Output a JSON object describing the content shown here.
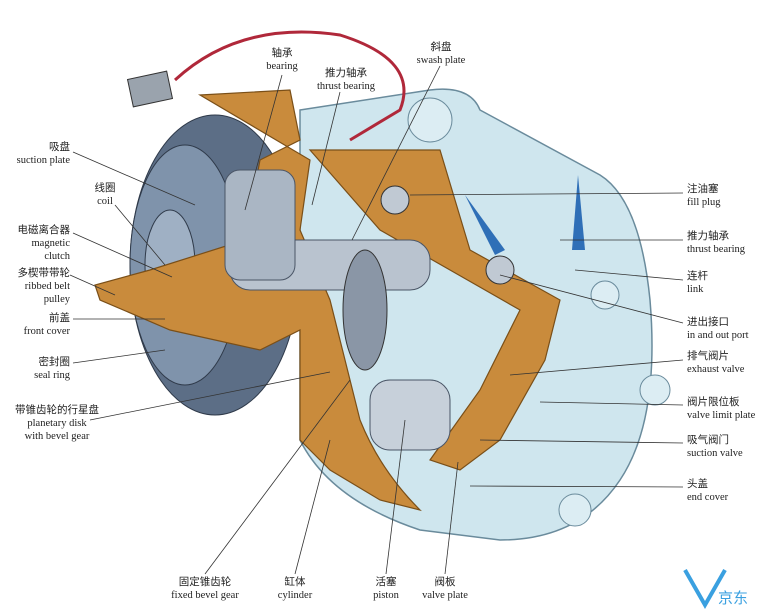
{
  "colors": {
    "housing": "#cfe6ee",
    "cutaway": "#c98b3c",
    "pulley": "#5c6e86",
    "metal": "#b9c3cf",
    "wire": "#b0283a",
    "leader": "#333333"
  },
  "labels": {
    "suction_plate": {
      "zh": "吸盘",
      "en": "suction plate"
    },
    "coil": {
      "zh": "线圈",
      "en": "coil"
    },
    "magnetic_clutch": {
      "zh": "电磁离合器",
      "en1": "magnetic",
      "en2": "clutch"
    },
    "ribbed_belt_pulley": {
      "zh": "多楔带带轮",
      "en1": "ribbed belt",
      "en2": "pulley"
    },
    "front_cover": {
      "zh": "前盖",
      "en": "front cover"
    },
    "seal_ring": {
      "zh": "密封圈",
      "en": "seal ring"
    },
    "planetary_disk": {
      "zh": "带锥齿轮的行星盘",
      "en1": "planetary disk",
      "en2": "with bevel gear"
    },
    "bearing": {
      "zh": "轴承",
      "en": "bearing"
    },
    "thrust_bearing_top": {
      "zh": "推力轴承",
      "en": "thrust bearing"
    },
    "swash_plate": {
      "zh": "斜盘",
      "en": "swash plate"
    },
    "fill_plug": {
      "zh": "注油塞",
      "en": "fill plug"
    },
    "thrust_bearing_right": {
      "zh": "推力轴承",
      "en": "thrust bearing"
    },
    "link": {
      "zh": "连杆",
      "en": "link"
    },
    "in_out_port": {
      "zh": "进出接口",
      "en": "in and out port"
    },
    "exhaust_valve": {
      "zh": "排气阀片",
      "en": "exhaust valve"
    },
    "valve_limit_plate": {
      "zh": "阀片限位板",
      "en": "valve limit plate"
    },
    "suction_valve": {
      "zh": "吸气阀门",
      "en": "suction valve"
    },
    "end_cover": {
      "zh": "头盖",
      "en": "end cover"
    },
    "fixed_bevel_gear": {
      "zh": "固定锥齿轮",
      "en": "fixed bevel gear"
    },
    "cylinder": {
      "zh": "缸体",
      "en": "cylinder"
    },
    "piston": {
      "zh": "活塞",
      "en": "piston"
    },
    "valve_plate": {
      "zh": "阀板",
      "en": "valve plate"
    }
  },
  "watermark": {
    "text": "京东",
    "color": "#3aa0e0"
  }
}
